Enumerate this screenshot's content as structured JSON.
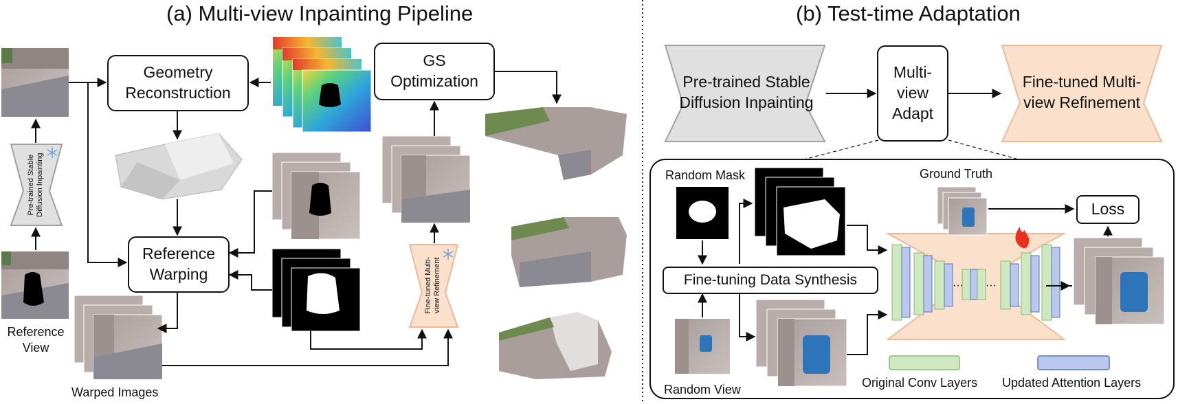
{
  "left_title": "(a) Multi-view Inpainting Pipeline",
  "right_title": "(b) Test-time Adaptation",
  "left": {
    "geometry_line1": "Geometry",
    "geometry_line2": "Reconstruction",
    "warping_line1": "Reference",
    "warping_line2": "Warping",
    "gs_line1": "GS",
    "gs_line2": "Optimization",
    "pretrained_line1": "Pre-trained Stable",
    "pretrained_line2": "Diffusion Inpainting",
    "finetuned_line1": "Fine-tuned Multi-",
    "finetuned_line2": "view Refinement",
    "reference_view_line1": "Reference",
    "reference_view_line2": "View",
    "warped_images": "Warped Images"
  },
  "right": {
    "pretrained_line1": "Pre-trained Stable",
    "pretrained_line2": "Diffusion Inpainting",
    "adapt_line1": "Multi-",
    "adapt_line2": "view",
    "adapt_line3": "Adapt",
    "finetuned_line1": "Fine-tuned Multi-",
    "finetuned_line2": "view Refinement",
    "random_mask": "Random Mask",
    "ground_truth": "Ground Truth",
    "loss": "Loss",
    "data_synthesis": "Fine-tuning Data Synthesis",
    "random_view": "Random View",
    "ellipsis": "···",
    "legend_conv": "Original Conv Layers",
    "legend_attn": "Updated Attention Layers"
  },
  "colors": {
    "conv_green": "#cfe8c0",
    "conv_green_border": "#8ab873",
    "attn_blue": "#b9c8ec",
    "attn_blue_border": "#5a70b8",
    "unet_peach": "#fbe1cc",
    "unet_peach_border": "#f0b896",
    "gray_hourglass": "#e0e0e0",
    "gray_hourglass_border": "#a0a0a0"
  },
  "icons": [
    "snowflake-icon",
    "flame-icon"
  ]
}
